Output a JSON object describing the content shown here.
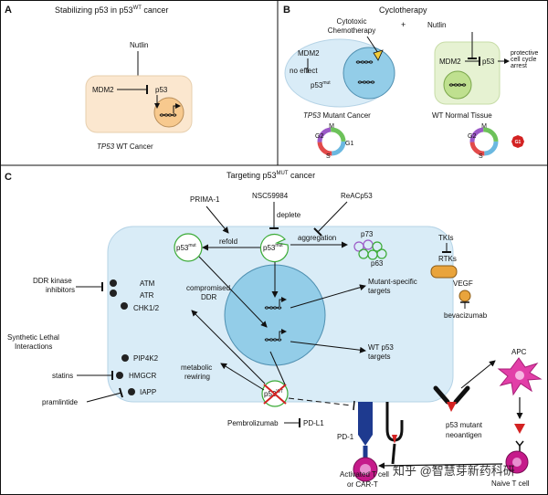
{
  "panel_a": {
    "letter": "A",
    "title": "Stabilizing p53 in p53",
    "title_sup": "WT",
    "title_tail": " cancer",
    "nutlin": "Nutlin",
    "mdm2": "MDM2",
    "p53": "p53",
    "caption_italic": "TP53",
    "caption_rest": " WT Cancer"
  },
  "panel_b": {
    "letter": "B",
    "title": "Cyclotherapy",
    "chemo": "Cytotoxic\nChemotherapy",
    "plus": "+",
    "nutlin": "Nutlin",
    "left_mdm2": "MDM2",
    "no_effect": "no effect",
    "p53mut": "p53",
    "p53mut_sup": "mut",
    "left_caption_italic": "TP53",
    "left_caption_rest": " Mutant Cancer",
    "right_mdm2": "MDM2",
    "right_p53": "p53",
    "arrest": "protective\ncell cycle\narrest",
    "right_caption": "WT Normal Tissue",
    "cycle_labels": [
      "M",
      "G2",
      "G1",
      "S"
    ],
    "g1_badge": "G1"
  },
  "panel_c": {
    "letter": "C",
    "title": "Targeting p53",
    "title_sup": "MUT",
    "title_tail": " cancer",
    "prima": "PRIMA-1",
    "nsc": "NSC59984",
    "reacp": "ReACp53",
    "refold": "refold",
    "deplete": "deplete",
    "aggregation": "aggregation",
    "p53": "p53",
    "mut_sup": "mut",
    "wt_sup": "WT",
    "p73": "p73",
    "p63": "p63",
    "tkis": "TKIs",
    "rtks": "RTKs",
    "vegf": "VEGF",
    "bevacizumab": "bevacizumab",
    "ddr_inhibitors": "DDR kinase\ninhibitors",
    "atm": "ATM",
    "atr": "ATR",
    "chk": "CHK1/2",
    "compromised": "compromised\nDDR",
    "mutant_targets": "Mutant-specific\ntargets",
    "wt_targets": "WT p53\ntargets",
    "synthetic": "Synthetic Lethal\nInteractions",
    "pip4k2": "PIP4K2",
    "statins": "statins",
    "hmgcr": "HMGCR",
    "pramlintide": "pramlintide",
    "iapp": "IAPP",
    "metabolic": "metabolic\nrewiring",
    "pembrolizumab": "Pembrolizumab",
    "pdl1": "PD-L1",
    "pd1": "PD-1",
    "apc": "APC",
    "neoantigen": "p53 mutant\nneoantigen",
    "activated": "Activated T cell\nor CAR-T",
    "naive": "Naive T cell"
  },
  "watermark": "知乎 @智慧芽新药科研",
  "colors": {
    "peach_bg": "#fbe7cf",
    "nucleus_peach": "#f7c98e",
    "light_blue_bg": "#d9ecf7",
    "nucleus_blue": "#93cde8",
    "green_bg": "#e6f2d2",
    "nucleus_green": "#bfe08f",
    "green_circle": "#3aaa35",
    "gold": "#e9a43c",
    "navy": "#1e3a8f",
    "magenta": "#c51a8a",
    "red": "#d32222",
    "apc": "#e23fa8"
  },
  "icons": [
    "inhibition-bar-icon",
    "arrow-icon",
    "dna-icon",
    "cell-cycle-icon",
    "stop-sign-icon",
    "antibody-icon",
    "apc-cell-icon",
    "t-cell-icon"
  ]
}
